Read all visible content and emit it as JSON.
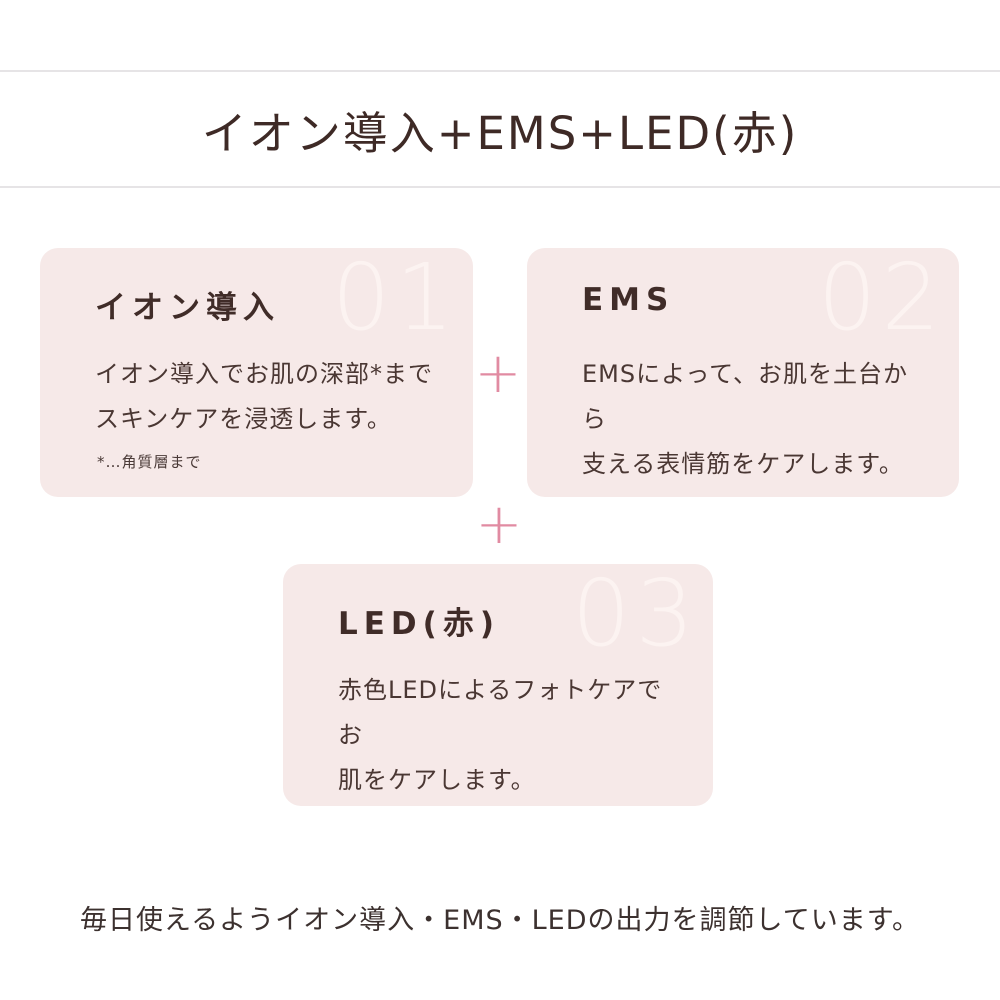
{
  "header": {
    "title": "イオン導入+EMS+LED(赤)"
  },
  "cards": [
    {
      "number": "01",
      "heading": "イオン導入",
      "body": "イオン導入でお肌の深部*まで\nスキンケアを浸透します。",
      "footnote": "*…角質層まで"
    },
    {
      "number": "02",
      "heading": "EMS",
      "body": "EMSによって、お肌を土台から\n支える表情筋をケアします。"
    },
    {
      "number": "03",
      "heading": "LED(赤)",
      "body": "赤色LEDによるフォトケアでお\n肌をケアします。"
    }
  ],
  "plus_sign": "+",
  "footer": {
    "caption": "毎日使えるようイオン導入・EMS・LEDの出力を調節しています。"
  },
  "colors": {
    "background": "#ffffff",
    "card_background": "#f6e9e8",
    "card_number": "#fcf3f1",
    "title_text": "#3e2a26",
    "body_text": "#4a3733",
    "plus_accent": "#e18ba2",
    "divider": "#e6e4e6"
  }
}
